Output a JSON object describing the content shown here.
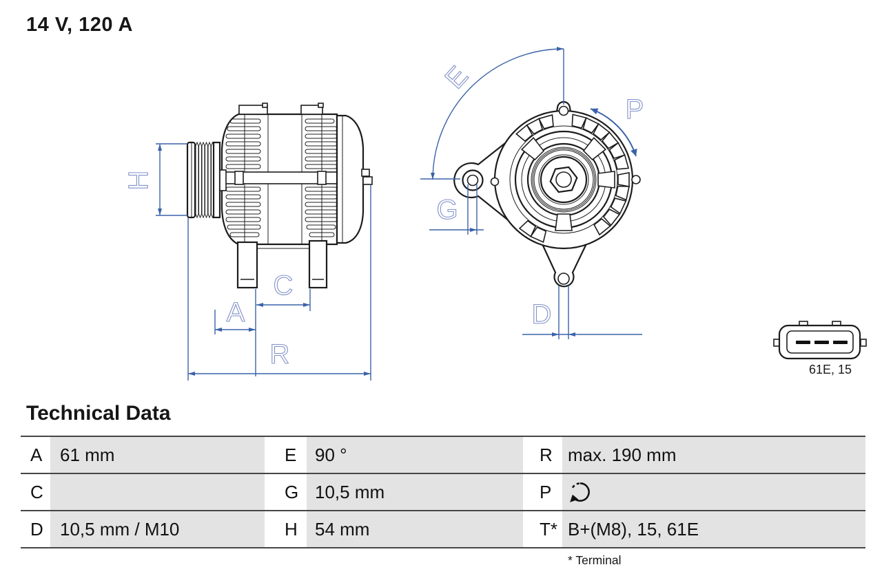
{
  "header": {
    "title": "14 V, 120 A"
  },
  "section": {
    "heading": "Technical Data",
    "footnote": "* Terminal"
  },
  "drawing": {
    "dim_labels": {
      "h": "H",
      "a": "A",
      "c": "C",
      "r": "R",
      "e": "E",
      "g": "G",
      "p": "P",
      "d": "D"
    },
    "connector": {
      "label": "61E, 15",
      "icon": "connector-3pin-icon"
    },
    "rotation_icon": "rotation-cw-icon",
    "colors": {
      "dimension_blue": "#3a62a8",
      "label_blue": "#8292c8",
      "line_dark": "#1c1c1c",
      "table_gray": "#e3e3e3"
    }
  },
  "table": {
    "rows": [
      {
        "cells": [
          {
            "k": "A",
            "v": "61 mm"
          },
          {
            "k": "E",
            "v": "90 °"
          },
          {
            "k": "R",
            "v": "max. 190 mm"
          }
        ]
      },
      {
        "cells": [
          {
            "k": "C",
            "v": ""
          },
          {
            "k": "G",
            "v": "10,5 mm"
          },
          {
            "k": "P",
            "v": "",
            "icon": "rotation-cw-icon"
          }
        ]
      },
      {
        "cells": [
          {
            "k": "D",
            "v": "10,5 mm / M10"
          },
          {
            "k": "H",
            "v": "54 mm"
          },
          {
            "k": "T*",
            "v": "B+(M8), 15, 61E"
          }
        ]
      }
    ]
  }
}
